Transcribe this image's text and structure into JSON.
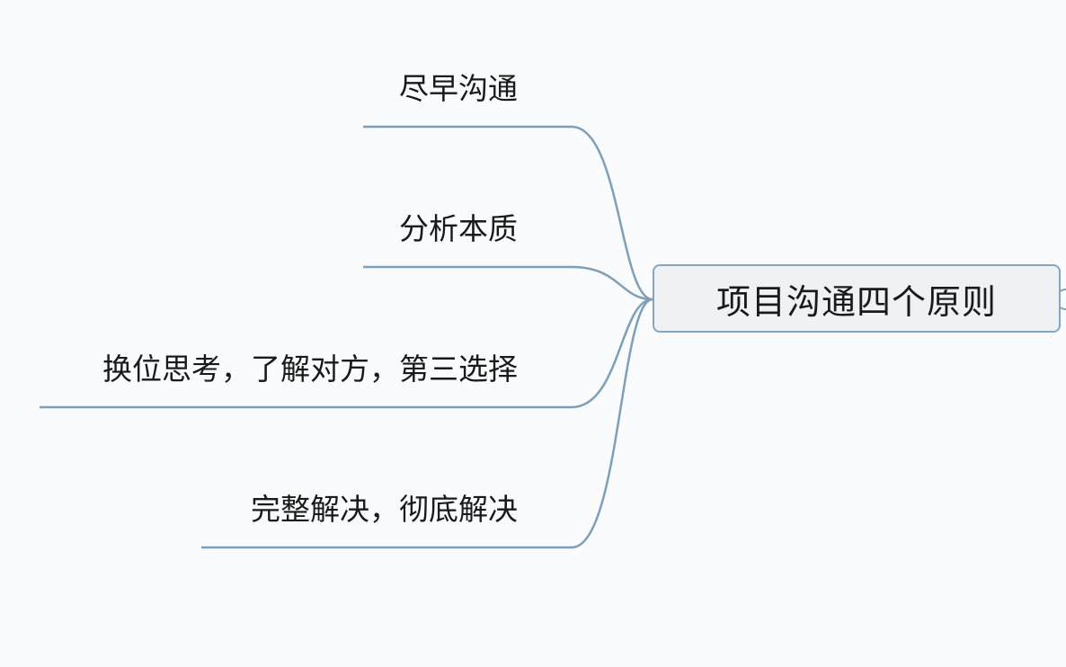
{
  "mindmap": {
    "central_topic": "项目沟通四个原则",
    "branches": [
      {
        "label": "尽早沟通"
      },
      {
        "label": "分析本质"
      },
      {
        "label": "换位思考，了解对方，第三选择"
      },
      {
        "label": "完整解决，彻底解决"
      }
    ]
  },
  "colors": {
    "background": "#fafbfc",
    "connector": "#7f9fb8",
    "node_border": "#86a6bf",
    "node_fill": "#eef2f5",
    "text": "#1a1a1a"
  }
}
